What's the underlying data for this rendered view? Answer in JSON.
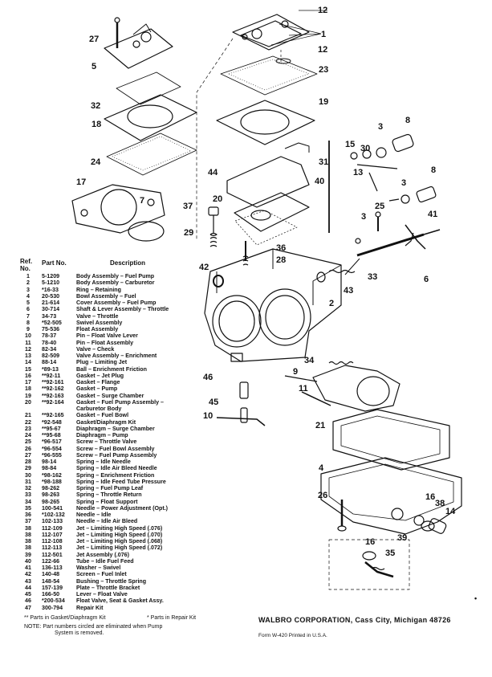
{
  "callouts": [
    {
      "id": "c12a",
      "label": "12"
    },
    {
      "id": "c1",
      "label": "1"
    },
    {
      "id": "c27",
      "label": "27"
    },
    {
      "id": "c5",
      "label": "5"
    },
    {
      "id": "c12b",
      "label": "12"
    },
    {
      "id": "c23",
      "label": "23"
    },
    {
      "id": "c32",
      "label": "32"
    },
    {
      "id": "c19",
      "label": "19"
    },
    {
      "id": "c18",
      "label": "18"
    },
    {
      "id": "c8a",
      "label": "8"
    },
    {
      "id": "c3a",
      "label": "3"
    },
    {
      "id": "c15",
      "label": "15"
    },
    {
      "id": "c30",
      "label": "30"
    },
    {
      "id": "c24",
      "label": "24"
    },
    {
      "id": "c31",
      "label": "31"
    },
    {
      "id": "c13",
      "label": "13"
    },
    {
      "id": "c44",
      "label": "44"
    },
    {
      "id": "c40",
      "label": "40"
    },
    {
      "id": "c8b",
      "label": "8"
    },
    {
      "id": "c17",
      "label": "17"
    },
    {
      "id": "c3b",
      "label": "3"
    },
    {
      "id": "c7",
      "label": "7"
    },
    {
      "id": "c20",
      "label": "20"
    },
    {
      "id": "c37",
      "label": "37"
    },
    {
      "id": "c25",
      "label": "25"
    },
    {
      "id": "c3c",
      "label": "3"
    },
    {
      "id": "c41",
      "label": "41"
    },
    {
      "id": "c29",
      "label": "29"
    },
    {
      "id": "c36",
      "label": "36"
    },
    {
      "id": "c28",
      "label": "28"
    },
    {
      "id": "c42",
      "label": "42"
    },
    {
      "id": "c33",
      "label": "33"
    },
    {
      "id": "c6",
      "label": "6"
    },
    {
      "id": "c43",
      "label": "43"
    },
    {
      "id": "c2",
      "label": "2"
    },
    {
      "id": "c34",
      "label": "34"
    },
    {
      "id": "c9",
      "label": "9"
    },
    {
      "id": "c46",
      "label": "46"
    },
    {
      "id": "c11",
      "label": "11"
    },
    {
      "id": "c45",
      "label": "45"
    },
    {
      "id": "c10",
      "label": "10"
    },
    {
      "id": "c21",
      "label": "21"
    },
    {
      "id": "c4",
      "label": "4"
    },
    {
      "id": "c26",
      "label": "26"
    },
    {
      "id": "c16a",
      "label": "16"
    },
    {
      "id": "c38",
      "label": "38"
    },
    {
      "id": "c14",
      "label": "14"
    },
    {
      "id": "c39",
      "label": "39"
    },
    {
      "id": "c16b",
      "label": "16"
    },
    {
      "id": "c35",
      "label": "35"
    }
  ],
  "parts_list": {
    "header_ref": "Ref.\nNo.",
    "header_part": "Part No.",
    "header_desc": "Description",
    "rows": [
      {
        "ref": "1",
        "part": "5-1209",
        "desc": "Body Assembly – Fuel Pump"
      },
      {
        "ref": "2",
        "part": "5-1210",
        "desc": "Body Assembly – Carburetor"
      },
      {
        "ref": "3",
        "part": "*16-33",
        "desc": "Ring – Retaining"
      },
      {
        "ref": "4",
        "part": "20-530",
        "desc": "Bowl Assembly – Fuel"
      },
      {
        "ref": "5",
        "part": "21-614",
        "desc": "Cover Assembly – Fuel Pump"
      },
      {
        "ref": "6",
        "part": "30-714",
        "desc": "Shaft & Lever Assembly – Throttle"
      },
      {
        "ref": "7",
        "part": "34-73",
        "desc": "Valve – Throttle"
      },
      {
        "ref": "8",
        "part": "*52-505",
        "desc": "Swivel Assembly"
      },
      {
        "ref": "9",
        "part": "75-536",
        "desc": "Float Assembly"
      },
      {
        "ref": "10",
        "part": "78-37",
        "desc": "Pin – Float Valve Lever"
      },
      {
        "ref": "11",
        "part": "78-40",
        "desc": "Pin – Float Assembly"
      },
      {
        "ref": "12",
        "part": "82-34",
        "desc": "Valve – Check"
      },
      {
        "ref": "13",
        "part": "82-509",
        "desc": "Valve Assembly – Enrichment"
      },
      {
        "ref": "14",
        "part": "88-14",
        "desc": "Plug – Limiting Jet"
      },
      {
        "ref": "15",
        "part": "*89-13",
        "desc": "Ball – Enrichment Friction"
      },
      {
        "ref": "16",
        "part": "**92-11",
        "desc": "Gasket – Jet Plug"
      },
      {
        "ref": "17",
        "part": "**92-161",
        "desc": "Gasket – Flange"
      },
      {
        "ref": "18",
        "part": "**92-162",
        "desc": "Gasket – Pump"
      },
      {
        "ref": "19",
        "part": "**92-163",
        "desc": "Gasket – Surge Chamber"
      },
      {
        "ref": "20",
        "part": "**92-164",
        "desc": "Gasket – Fuel Pump Assembly –"
      },
      {
        "ref": "21",
        "part": "**92-165",
        "desc": "Gasket – Fuel Bowl"
      },
      {
        "ref": "22",
        "part": "*92-548",
        "desc": "Gasket/Diaphragm Kit"
      },
      {
        "ref": "23",
        "part": "**95-67",
        "desc": "Diaphragm – Surge Chamber"
      },
      {
        "ref": "24",
        "part": "**95-68",
        "desc": "Diaphragm – Pump"
      },
      {
        "ref": "25",
        "part": "*96-517",
        "desc": "Screw – Throttle Valve"
      },
      {
        "ref": "26",
        "part": "*96-554",
        "desc": "Screw – Fuel Bowl Assembly"
      },
      {
        "ref": "27",
        "part": "*96-555",
        "desc": "Screw – Fuel Pump Assembly"
      },
      {
        "ref": "28",
        "part": "98-14",
        "desc": "Spring – Idle Needle"
      },
      {
        "ref": "29",
        "part": "98-84",
        "desc": "Spring – Idle Air Bleed Needle"
      },
      {
        "ref": "30",
        "part": "*98-162",
        "desc": "Spring – Enrichment Friction"
      },
      {
        "ref": "31",
        "part": "*98-188",
        "desc": "Spring – Idle Feed Tube Pressure"
      },
      {
        "ref": "32",
        "part": "98-262",
        "desc": "Spring – Fuel Pump Leaf"
      },
      {
        "ref": "33",
        "part": "98-263",
        "desc": "Spring – Throttle Return"
      },
      {
        "ref": "34",
        "part": "98-265",
        "desc": "Spring – Float Support"
      },
      {
        "ref": "35",
        "part": "100-541",
        "desc": "Needle – Power Adjustment (Opt.)"
      },
      {
        "ref": "36",
        "part": "*102-132",
        "desc": "Needle – Idle"
      },
      {
        "ref": "37",
        "part": "102-133",
        "desc": "Needle – Idle Air Bleed"
      },
      {
        "ref": "38",
        "part": "112-109",
        "desc": "Jet – Limiting High Speed (.076)"
      },
      {
        "ref": "38",
        "part": "112-107",
        "desc": "Jet – Limiting High Speed (.070)"
      },
      {
        "ref": "38",
        "part": "112-108",
        "desc": "Jet – Limiting High Speed (.068)"
      },
      {
        "ref": "38",
        "part": "112-113",
        "desc": "Jet – Limiting High Speed (.072)"
      },
      {
        "ref": "39",
        "part": "112-501",
        "desc": "Jet Assembly (.076)"
      },
      {
        "ref": "40",
        "part": "122-66",
        "desc": "Tube – Idle Fuel Feed"
      },
      {
        "ref": "41",
        "part": "136-113",
        "desc": "Washer – Swivel"
      },
      {
        "ref": "42",
        "part": "140-48",
        "desc": "Screen – Fuel Inlet"
      },
      {
        "ref": "43",
        "part": "148-54",
        "desc": "Bushing – Throttle Spring"
      },
      {
        "ref": "44",
        "part": "157-139",
        "desc": "Plate – Throttle Bracket"
      },
      {
        "ref": "45",
        "part": "166-50",
        "desc": "Lever – Float Valve"
      },
      {
        "ref": "46",
        "part": "*200-534",
        "desc": "Float Valve, Seat & Gasket Assy."
      },
      {
        "ref": "47",
        "part": "300-794",
        "desc": "Repair Kit"
      }
    ],
    "continuation_20": "Carburetor Body"
  },
  "notes": {
    "gasket_kit": "** Parts in Gasket/Diaphragm Kit",
    "repair_kit": "* Parts in Repair Kit",
    "note_line1": "NOTE: Part numbers circled are eliminated when Pump",
    "note_line2": "System is removed."
  },
  "company": "WALBRO CORPORATION, Cass City, Michigan 48726",
  "form": "Form W-420    Printed in U.S.A."
}
